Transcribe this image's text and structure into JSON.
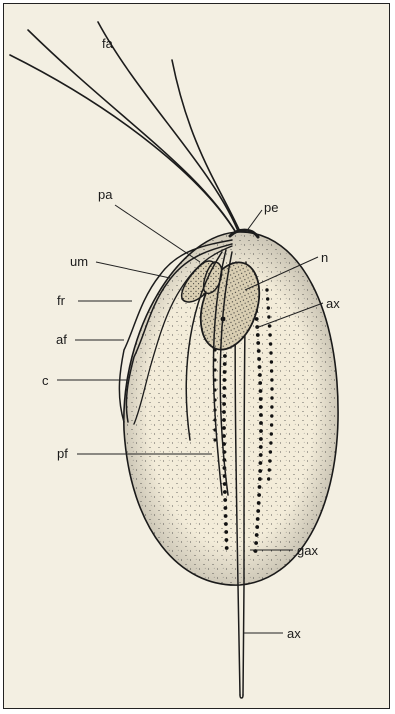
{
  "figure": {
    "labels": {
      "fa": "fa",
      "pa": "pa",
      "pe": "pe",
      "um": "um",
      "n": "n",
      "fr": "fr",
      "ax_top": "ax",
      "af": "af",
      "c": "c",
      "pf": "pf",
      "gax": "gax",
      "ax_bottom": "ax"
    }
  }
}
